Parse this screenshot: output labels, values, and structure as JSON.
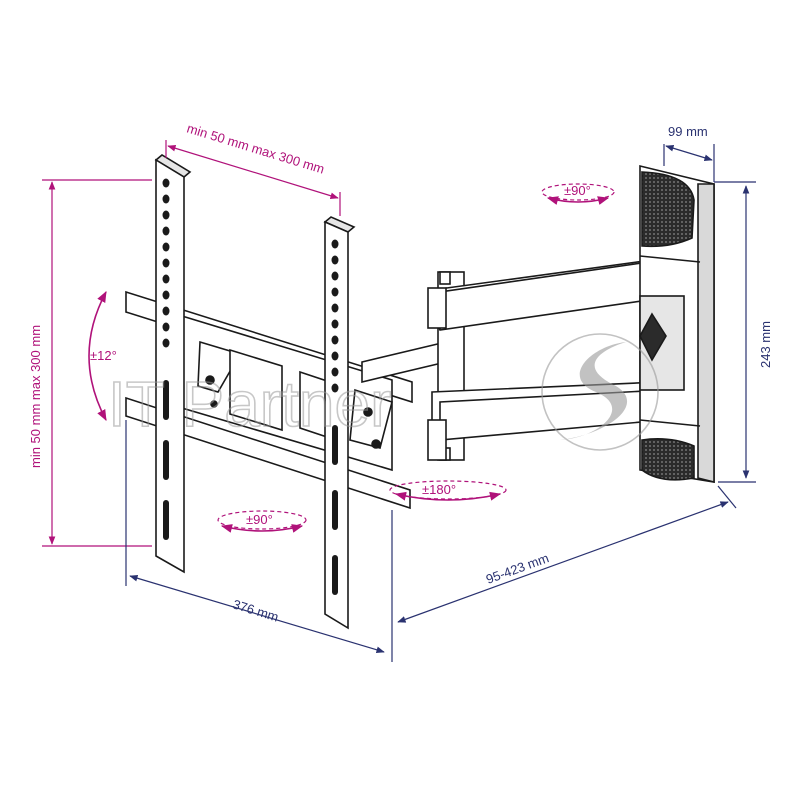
{
  "labels": {
    "width_spacing": "min 50 mm max 300 mm",
    "height_spacing": "min 50 mm max 300 mm",
    "tilt": "±12°",
    "plate_rotation": "±90°",
    "arm_swivel": "±180°",
    "wall_swivel": "±90°",
    "wall_depth": "99 mm",
    "wall_height": "243 mm",
    "plate_width": "376  mm",
    "arm_extension": "95-423 mm"
  },
  "watermark": {
    "text": "IT Partner"
  },
  "colors": {
    "dimension_pink": "#b0127a",
    "dimension_navy": "#2a3270",
    "line": "#1a1a1a",
    "gray_fill": "#e6e6e6",
    "watermark": "#9a9a9a"
  }
}
